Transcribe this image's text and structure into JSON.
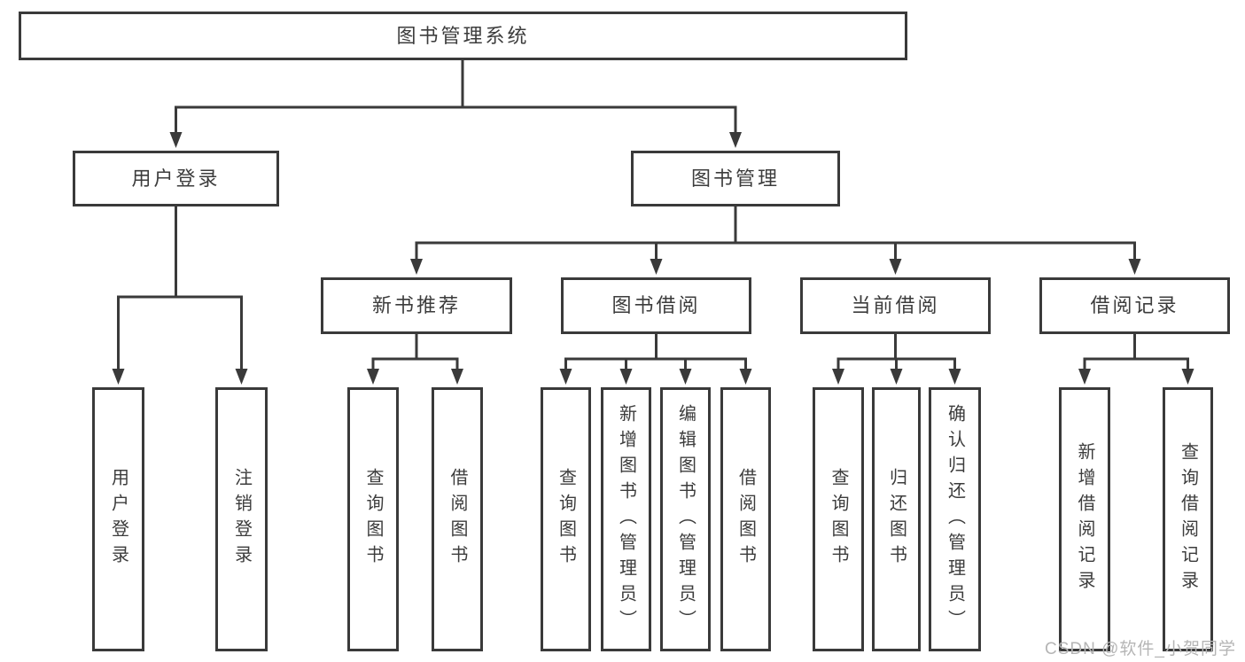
{
  "colors": {
    "line": "#3a3a3a",
    "text": "#3c3c3c",
    "watermark": "#b5b5b5",
    "bg": "#ffffff"
  },
  "tree": {
    "root": "图书管理系统",
    "branches": [
      {
        "label": "用户登录",
        "children": [
          "用户登录",
          "注销登录"
        ]
      },
      {
        "label": "图书管理",
        "children": [
          {
            "label": "新书推荐",
            "children": [
              "查询图书",
              "借阅图书"
            ]
          },
          {
            "label": "图书借阅",
            "children": [
              "查询图书",
              "新增图书（管理员）",
              "编辑图书（管理员）",
              "借阅图书"
            ]
          },
          {
            "label": "当前借阅",
            "children": [
              "查询图书",
              "归还图书",
              "确认归还（管理员）"
            ]
          },
          {
            "label": "借阅记录",
            "children": [
              "新增借阅记录",
              "查询借阅记录"
            ]
          }
        ]
      }
    ]
  },
  "watermark": {
    "text": "CSDN @软件_小贺同学"
  }
}
